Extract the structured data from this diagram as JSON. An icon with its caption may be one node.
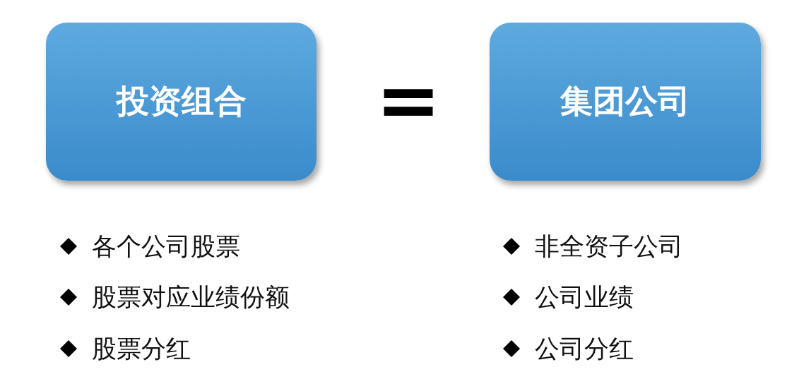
{
  "diagram": {
    "nodes": [
      {
        "text": [
          "投资组合"
        ],
        "beside": [
          "各个公司股票",
          "股票对应业绩份额",
          "股票分红"
        ]
      },
      {
        "text": [
          "集团公司"
        ],
        "beside": [
          "非全资子公司",
          "公司业绩",
          "公司分红"
        ]
      }
    ],
    "labels": [
      "="
    ]
  }
}
